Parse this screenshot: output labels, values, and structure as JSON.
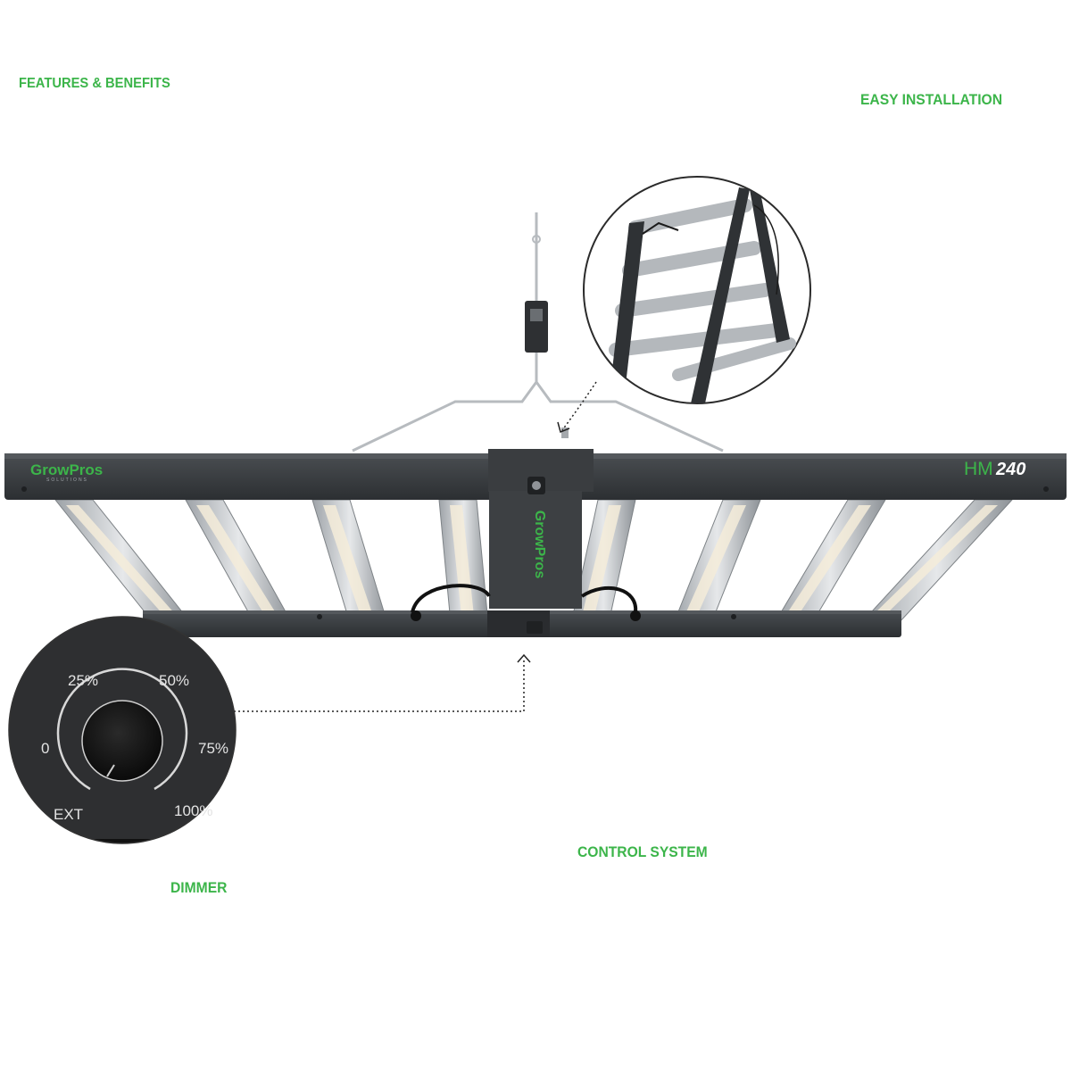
{
  "labels": {
    "features": "FEATURES & BENEFITS",
    "easy_installation": "EASY INSTALLATION",
    "control_system": "CONTROL SYSTEM",
    "dimmer": "DIMMER"
  },
  "product": {
    "brand_logo": "GrowPros",
    "brand_sub": "SOLUTIONS",
    "model_prefix": "HM",
    "model_number": "240"
  },
  "dimmer_dial": {
    "marks": [
      "0",
      "25%",
      "50%",
      "75%",
      "100%",
      "EXT"
    ]
  },
  "colors": {
    "accent": "#3cb54a",
    "fixture": "#3a3d40",
    "led_bar": "#c8ccd0"
  }
}
